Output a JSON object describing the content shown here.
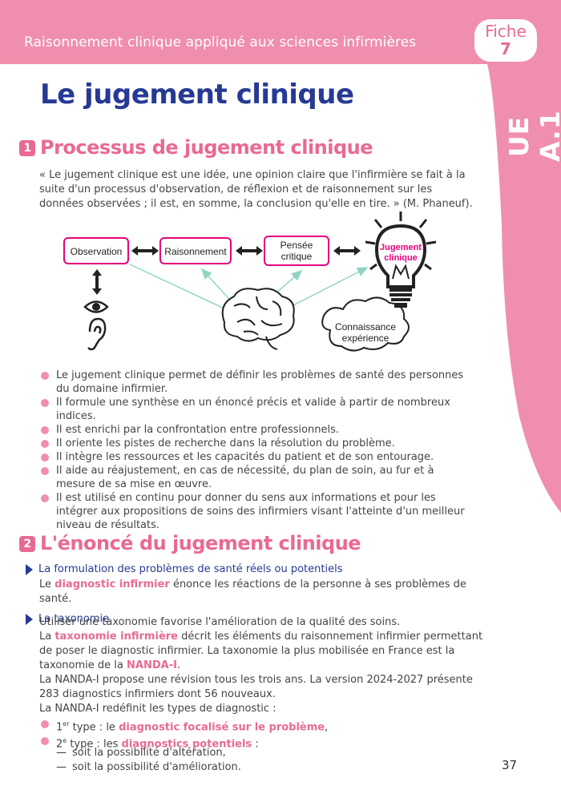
{
  "header": {
    "course_title": "Raisonnement clinique appliqué aux sciences infirmières",
    "fiche_label": "Fiche",
    "fiche_number": "7"
  },
  "side_tab": {
    "label": "UE A.1"
  },
  "page_title": "Le jugement clinique",
  "section1": {
    "number": "1",
    "title": "Processus de jugement clinique",
    "quote": "« Le jugement clinique est une idée, une opinion claire que l'infirmière se fait à la suite d'un processus d'observation, de réflexion et de raisonnement sur les données observées ; il est, en somme, la conclusion qu'elle en tire. » (M. Phaneuf).",
    "diagram": {
      "observation": "Observation",
      "raisonnement": "Raisonnement",
      "pensee_line1": "Pensée",
      "pensee_line2": "critique",
      "jugement_line1": "Jugement",
      "jugement_line2": "clinique",
      "cloud_line1": "Connaissance",
      "cloud_line2": "expérience",
      "icons": [
        "eye-icon",
        "ear-icon",
        "brain-icon",
        "lightbulb-icon",
        "cloud-icon"
      ],
      "accent_color": "#e6007e",
      "arrow_color": "#8fd3c3"
    },
    "bullets": [
      "Le jugement clinique permet de définir les problèmes de santé des personnes du domaine infirmier.",
      "Il formule une synthèse en un énoncé précis et valide à partir de nombreux indices.",
      "Il est enrichi par la confrontation entre professionnels.",
      "Il oriente les pistes de recherche dans la résolution du problème.",
      "Il intègre les ressources et les capacités du patient et de son entourage.",
      "Il aide au réajustement, en cas de nécessité, du plan de soin, au fur et à mesure de sa mise en œuvre.",
      "Il est utilisé en continu pour donner du sens aux informations et pour les intégrer aux propositions de soins des infirmiers visant l'atteinte d'un meilleur niveau de résultats."
    ]
  },
  "section2": {
    "number": "2",
    "title": "L'énoncé du jugement clinique",
    "sub1": {
      "title": "La formulation des problèmes de santé réels ou potentiels",
      "text_before": "Le ",
      "keyword": "diagnostic infirmier",
      "text_after": " énonce les réactions de la personne à ses problèmes de santé."
    },
    "sub2": {
      "title": "La taxonomie",
      "para1": "Utiliser une taxonomie favorise l'amélioration de la qualité des soins.",
      "para2_before": "La ",
      "para2_keyword": "taxonomie infirmière",
      "para2_after": " décrit les éléments du raisonnement infirmier permettant de poser le diagnostic infirmier. La taxonomie la plus mobilisée en France est la taxonomie de la ",
      "para2_keyword2": "NANDA-I",
      "para2_end": ".",
      "para3": "La NANDA-I propose une révision tous les trois ans. La version 2024-2027 présente 283 diagnostics infirmiers dont 56 nouveaux.",
      "para4": "La NANDA-I redéfinit les types de diagnostic :",
      "type1_num": "1",
      "type1_sup": "er",
      "type1_before": " type : le ",
      "type1_keyword": "diagnostic focalisé sur le problème",
      "type1_end": ",",
      "type2_num": "2",
      "type2_sup": "e",
      "type2_before": " type : les ",
      "type2_keyword": "diagnostics potentiels",
      "type2_end": " :",
      "dash_items": [
        "soit la possibilité d'altération,",
        "soit la possibilité d'amélioration."
      ]
    }
  },
  "page_number": "37",
  "colors": {
    "pink": "#f08fad",
    "pink_dark": "#e86a93",
    "navy": "#263a94"
  }
}
